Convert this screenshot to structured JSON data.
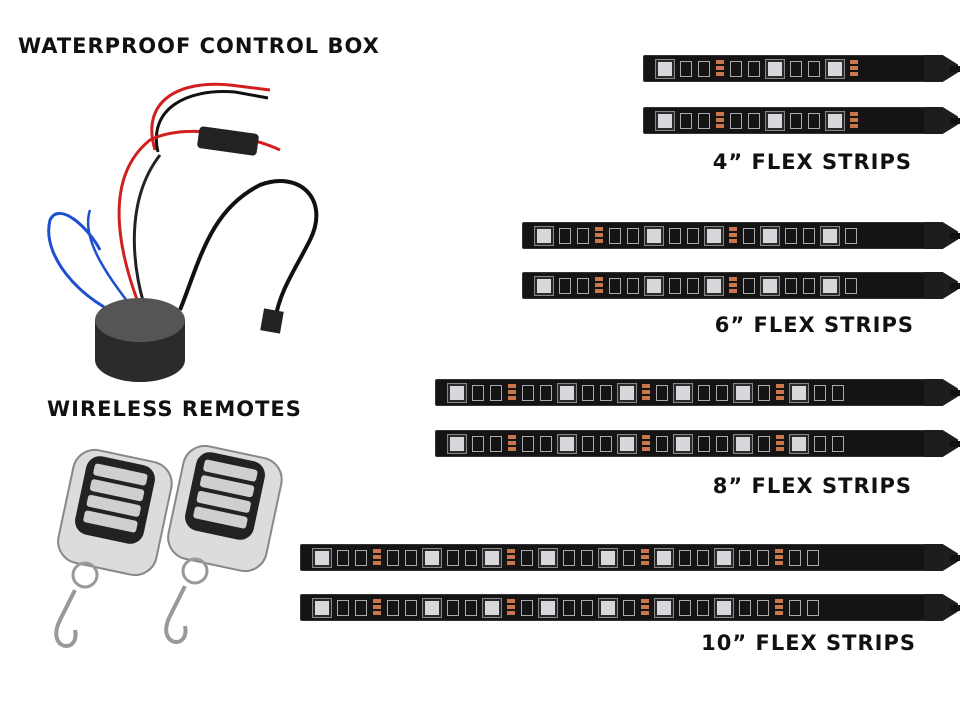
{
  "labels": {
    "control_box": "WATERPROOF CONTROL BOX",
    "remotes": "WIRELESS REMOTES",
    "strips_4": "4” FLEX STRIPS",
    "strips_6": "6” FLEX STRIPS",
    "strips_8": "8” FLEX STRIPS",
    "strips_10": "10” FLEX STRIPS"
  },
  "colors": {
    "strip": "#141414",
    "chip": "#d8d8dc",
    "resistor": "#c9764d",
    "wire_red": "#d11f1f",
    "wire_blue": "#1f4fd1"
  }
}
